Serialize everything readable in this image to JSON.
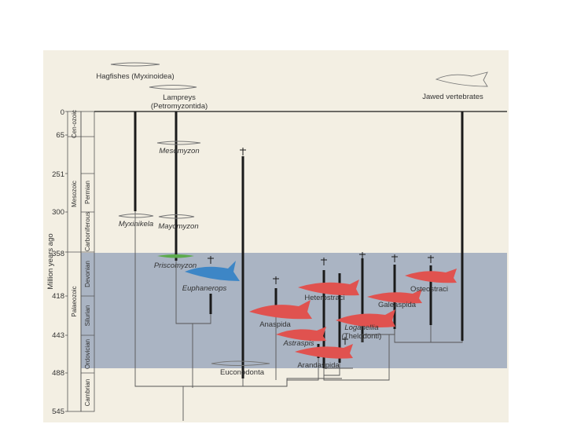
{
  "axis": {
    "ylabel": "Million years ago",
    "ticks": [
      "0",
      "65",
      "251",
      "300",
      "358",
      "418",
      "443",
      "488",
      "545"
    ]
  },
  "eras": {
    "cenozoic": "Cen-ozoic",
    "mesozoic": "Mesozoic",
    "palaeozoic": "Palaeozoic"
  },
  "periods": {
    "permian": "Permian",
    "carboniferous": "Carboniferous",
    "devonian": "Devonian",
    "silurian": "Silurian",
    "ordovician": "Ordovician",
    "cambrian": "Cambrian"
  },
  "taxa": {
    "hagfishes": "Hagfishes (Myxinoidea)",
    "lampreys_1": "Lampreys",
    "lampreys_2": "(Petromyzontida)",
    "jawed": "Jawed vertebrates",
    "mesomyzon": "Mesomyzon",
    "myxinikela": "Myxinikela",
    "mayomyzon": "Mayomyzon",
    "priscomyzon": "Priscomyzon",
    "euphanerops": "Euphanerops",
    "anaspida": "Anaspida",
    "heterostraci": "Heterostraci",
    "galeaspida": "Galeaspida",
    "osteostraci": "Osteostraci",
    "loganellia": "Loganellia",
    "thelodonti": "(Thelodonti)",
    "astraspis": "Astraspis",
    "arandaspida": "Arandaspida",
    "euconodonta": "Euconodonta"
  },
  "colors": {
    "shade": "#aab4c3",
    "fish_red": "#e0524f",
    "fish_blue": "#3d86c6",
    "fish_green": "#5cab4c",
    "line": "#1a1a1a"
  }
}
